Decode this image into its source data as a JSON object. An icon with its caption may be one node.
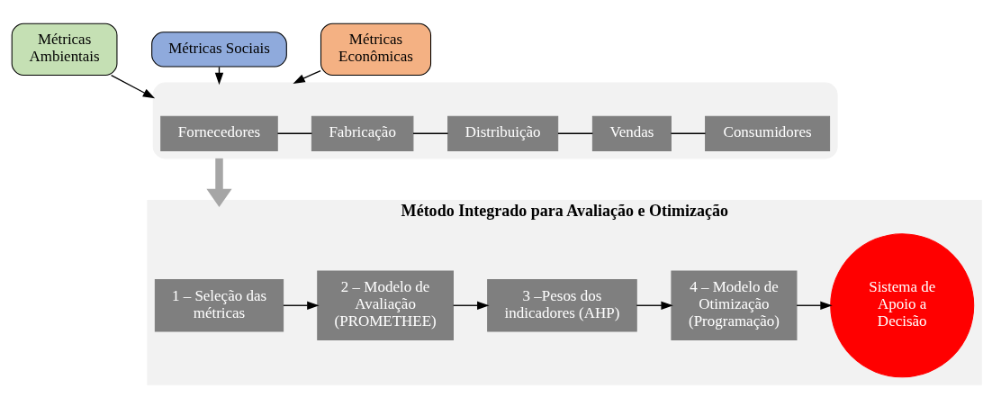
{
  "diagram": {
    "nodes": [
      {
        "text": [
          "Métricas Ambientais"
        ]
      },
      {
        "text": [
          "Métricas Sociais"
        ]
      },
      {
        "text": [
          "Métricas Econômicas"
        ]
      },
      {
        "text": [],
        "shape": "box"
      },
      {
        "text": [
          "Fornecedores"
        ],
        "in": 3
      },
      {
        "text": [
          "Fabricação"
        ],
        "in": 3
      },
      {
        "text": [
          "Distribuição"
        ],
        "in": 3
      },
      {
        "text": [
          "Vendas"
        ],
        "in": 3
      },
      {
        "text": [
          "Consumidores"
        ],
        "in": 3
      },
      {
        "text": [
          "Método Integrado para Avaliação e Otimização"
        ]
      },
      {
        "text": [
          "1 – Seleção das métricas"
        ],
        "in": 9
      },
      {
        "text": [
          "2 – Modelo de Avaliação (PROMETHEE)"
        ],
        "in": 9
      },
      {
        "text": [
          "3 –Pesos dos indicadores (AHP)"
        ],
        "in": 9
      },
      {
        "text": [
          "4 – Modelo de Otimização",
          "(Programação)"
        ],
        "in": 9
      },
      {
        "text": [
          "Sistema de Apoio a Decisão"
        ],
        "in": 9
      }
    ],
    "edges": [
      {
        "from": 0,
        "to": 3,
        "arrow": "to"
      },
      {
        "from": 1,
        "to": 3,
        "arrow": "to"
      },
      {
        "from": 2,
        "to": 3,
        "arrow": "to"
      },
      {
        "from": 4,
        "to": 5,
        "arrow": "none"
      },
      {
        "from": 5,
        "to": 6,
        "arrow": "none"
      },
      {
        "from": 6,
        "to": 7,
        "arrow": "none"
      },
      {
        "from": 7,
        "to": 8,
        "arrow": "none"
      },
      {
        "from": 3,
        "to": 9,
        "arrow": "to",
        "style": "thick",
        "color": "#a6a6a6"
      },
      {
        "from": 10,
        "to": 11,
        "arrow": "to"
      },
      {
        "from": 11,
        "to": 12,
        "arrow": "to"
      },
      {
        "from": 12,
        "to": 13,
        "arrow": "to"
      },
      {
        "from": 13,
        "to": 14,
        "arrow": "to"
      }
    ]
  }
}
